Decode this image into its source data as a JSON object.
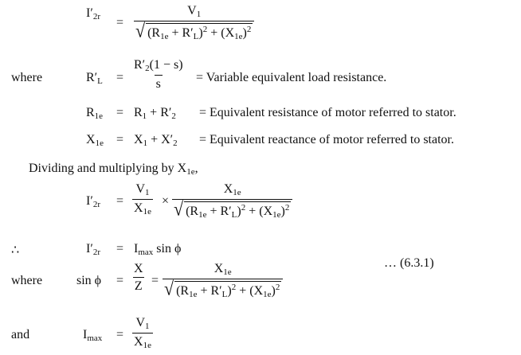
{
  "labels": {
    "where1": "where",
    "dividing": "Dividing and multiplying by X",
    "therefore": "∴",
    "where2": "where",
    "and": "and",
    "eq_number": "… (6.3.1)"
  },
  "descriptions": {
    "rl": "= Variable equivalent load resistance.",
    "r1e": "= Equivalent resistance of motor referred to stator.",
    "x1e": "= Equivalent reactance of motor referred to stator."
  },
  "symbols": {
    "I2r": "I′",
    "equals": "=",
    "V1": "V",
    "X1e": "X",
    "Imax": "I",
    "sinphi": "sin ϕ",
    "X": "X",
    "Z": "Z",
    "times": "×",
    "s": "s"
  }
}
